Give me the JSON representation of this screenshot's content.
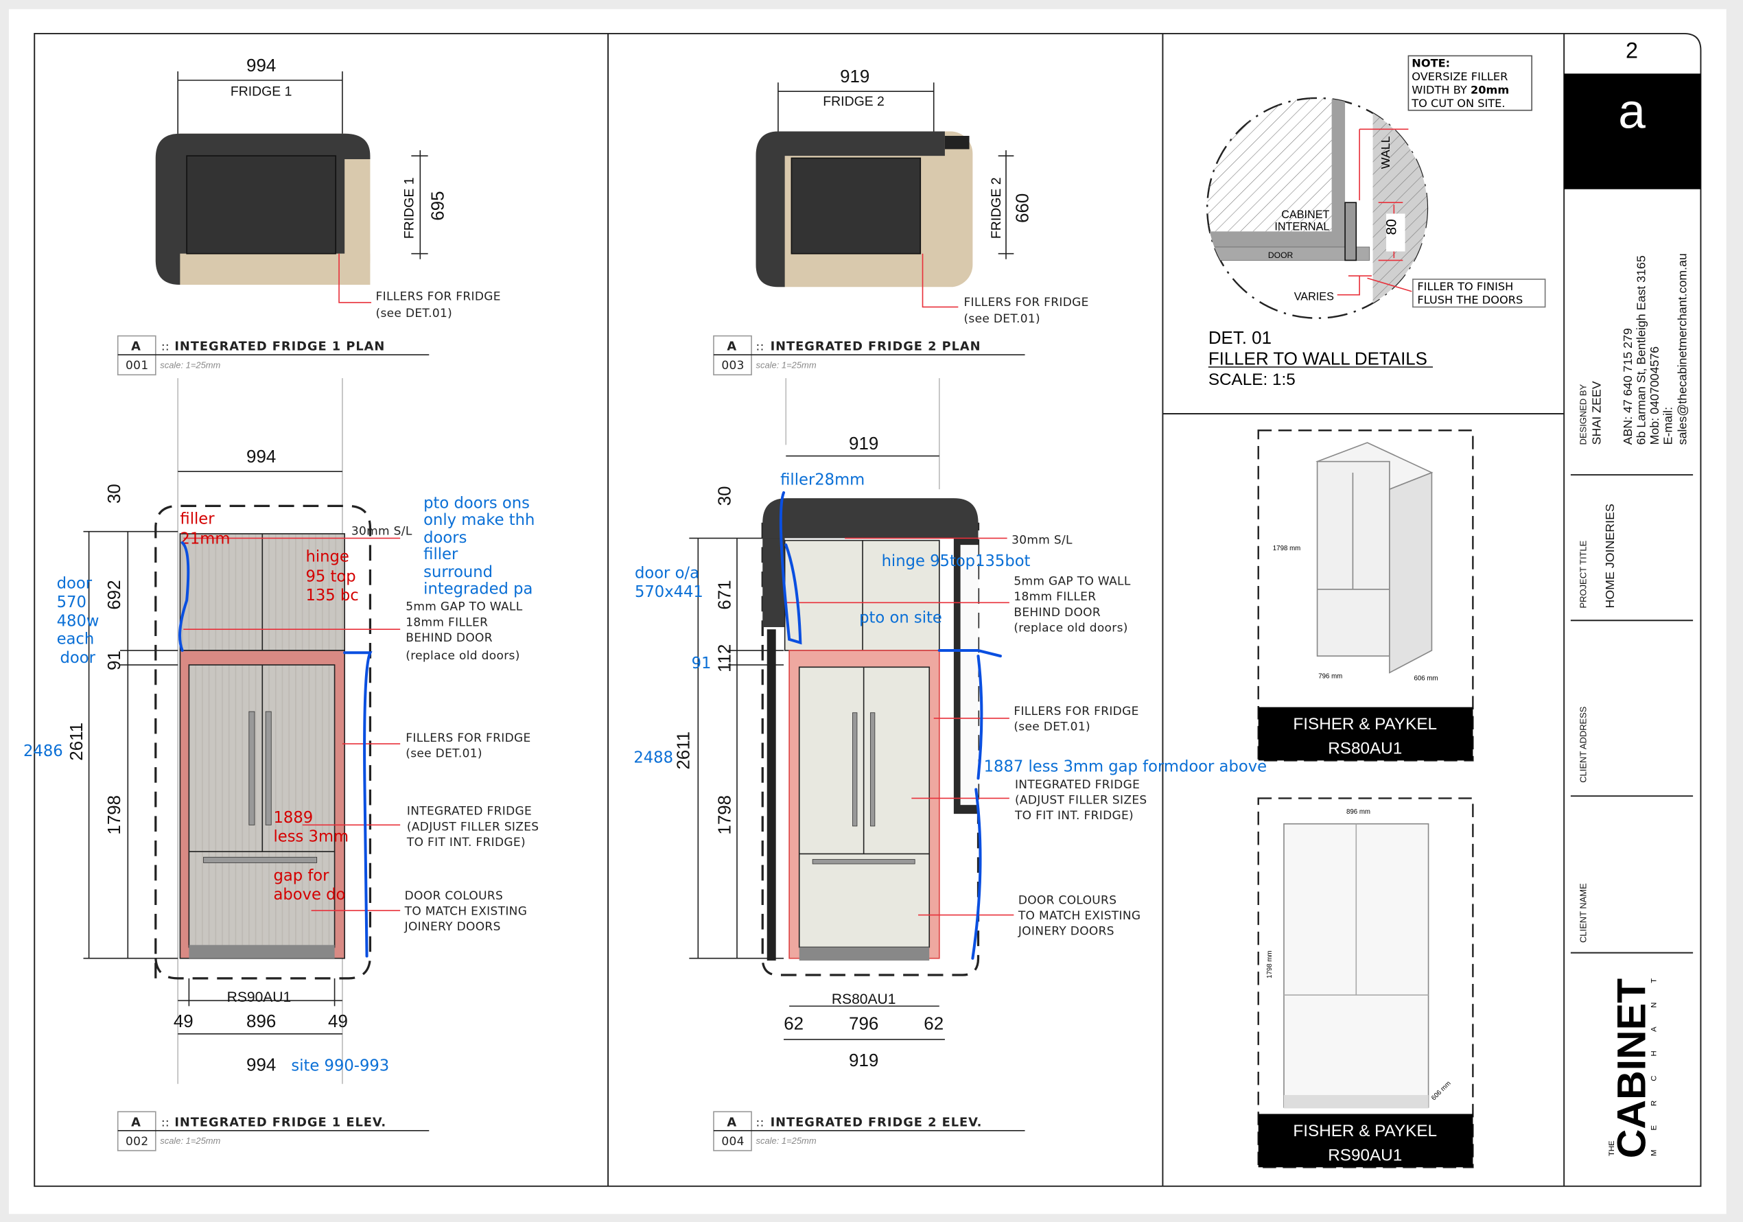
{
  "sheet": {
    "number": "2",
    "revision": "a"
  },
  "title_block": {
    "designed_by_label": "DESIGNED BY",
    "designer": "SHAI ZEEV",
    "abn": "ABN: 47 640 715 279",
    "address": "6b Larman St, Bentleigh East 3165",
    "mobile": "Mob: 0407004576",
    "email_label": "E-mail:",
    "email": "sales@thecabinetmerchant.com.au",
    "project_title_label": "PROJECT TITLE",
    "project_title": "HOME JOINERIES",
    "client_address_label": "CLIENT ADDRESS",
    "client_name_label": "CLIENT NAME",
    "logo": {
      "the": "THE",
      "cabinet": "CABINET",
      "merchant": "M E R C H A N T"
    }
  },
  "plan1": {
    "width": "994",
    "label": "FRIDGE 1",
    "depth_label": "FRIDGE 1",
    "depth": "695",
    "note": [
      "FILLERS FOR FRIDGE",
      "(see DET.01)"
    ],
    "title": {
      "letter": "A",
      "name": "INTEGRATED FRIDGE 1 PLAN",
      "number": "001",
      "scale": "scale: 1=25mm"
    }
  },
  "plan2": {
    "width": "919",
    "label": "FRIDGE 2",
    "depth_label": "FRIDGE 2",
    "depth": "660",
    "note": [
      "FILLERS FOR FRIDGE",
      "(see DET.01)"
    ],
    "title": {
      "letter": "A",
      "name": "INTEGRATED FRIDGE 2 PLAN",
      "number": "003",
      "scale": "scale: 1=25mm"
    }
  },
  "elev1": {
    "top_width": "994",
    "dims": {
      "d30": "30",
      "d692": "692",
      "d91": "91",
      "d1798": "1798",
      "d2611": "2611"
    },
    "notes": {
      "sl": "30mm S/L",
      "gap": [
        "5mm GAP TO WALL",
        "18mm FILLER",
        "BEHIND DOOR",
        "(replace old doors)"
      ],
      "fillers": [
        "FILLERS FOR FRIDGE",
        "(see DET.01)"
      ],
      "integrated": [
        "INTEGRATED FRIDGE",
        "(ADJUST FILLER SIZES",
        "TO FIT INT. FRIDGE)"
      ],
      "colours": [
        "DOOR COLOURS",
        "TO MATCH EXISTING",
        "JOINERY DOORS"
      ]
    },
    "red_notes": {
      "filler": [
        "filler",
        "21mm"
      ],
      "hinge": [
        "hinge",
        "95 top",
        "135 bc"
      ],
      "height": [
        "1889",
        "less 3mm",
        "gap for",
        "above do"
      ]
    },
    "blue_notes": {
      "pto": [
        "pto doors ons",
        "only make thh",
        "doors",
        "filler",
        "surround",
        "integraded pa"
      ],
      "door": [
        "door",
        "570",
        "480w",
        "each",
        "door"
      ],
      "total": "2486",
      "site": "site 990-993"
    },
    "model": "RS90AU1",
    "bottom": {
      "left": "49",
      "mid": "896",
      "right": "49",
      "total": "994"
    },
    "title": {
      "letter": "A",
      "name": "INTEGRATED FRIDGE 1 ELEV.",
      "number": "002",
      "scale": "scale: 1=25mm"
    }
  },
  "elev2": {
    "top_width": "919",
    "dims": {
      "d30": "30",
      "d671": "671",
      "d112": "112",
      "d1798": "1798",
      "d2611": "2611"
    },
    "notes": {
      "sl": "30mm S/L",
      "gap": [
        "5mm GAP TO WALL",
        "18mm FILLER",
        "BEHIND DOOR",
        "(replace old doors)"
      ],
      "fillers": [
        "FILLERS FOR FRIDGE",
        "(see DET.01)"
      ],
      "integrated": [
        "INTEGRATED FRIDGE",
        "(ADJUST FILLER SIZES",
        "TO FIT INT. FRIDGE)"
      ],
      "colours": [
        "DOOR COLOURS",
        "TO MATCH EXISTING",
        "JOINERY DOORS"
      ]
    },
    "blue_notes": {
      "filler": "filler28mm",
      "hinge": "hinge 95top135bot",
      "pto": "pto on site",
      "door": [
        "door o/a",
        "570x441"
      ],
      "d91": "91",
      "total": "2488",
      "height": "1887 less 3mm gap formdoor above"
    },
    "model": "RS80AU1",
    "bottom": {
      "left": "62",
      "mid": "796",
      "right": "62",
      "total": "919"
    },
    "title": {
      "letter": "A",
      "name": "INTEGRATED FRIDGE 2 ELEV.",
      "number": "004",
      "scale": "scale: 1=25mm"
    }
  },
  "detail": {
    "note": {
      "heading": "NOTE:",
      "lines": [
        "OVERSIZE FILLER",
        "WIDTH BY ",
        "20mm",
        "TO CUT ON SITE."
      ]
    },
    "labels": {
      "wall": "WALL",
      "cabinet": "CABINET",
      "internal": "INTERNAL",
      "door": "DOOR",
      "dim": "80",
      "varies": "VARIES"
    },
    "finish_note": [
      "FILLER TO FINISH",
      "FLUSH THE DOORS"
    ],
    "title": "DET. 01",
    "subtitle": "FILLER TO WALL DETAILS",
    "scale": "SCALE: 1:5"
  },
  "products": [
    {
      "brand": "FISHER & PAYKEL",
      "model": "RS80AU1",
      "dims": [
        "1798 mm",
        "796 mm",
        "606 mm"
      ]
    },
    {
      "brand": "FISHER & PAYKEL",
      "model": "RS90AU1",
      "dims": [
        "896 mm",
        "1798 mm",
        "606 mm"
      ]
    }
  ]
}
